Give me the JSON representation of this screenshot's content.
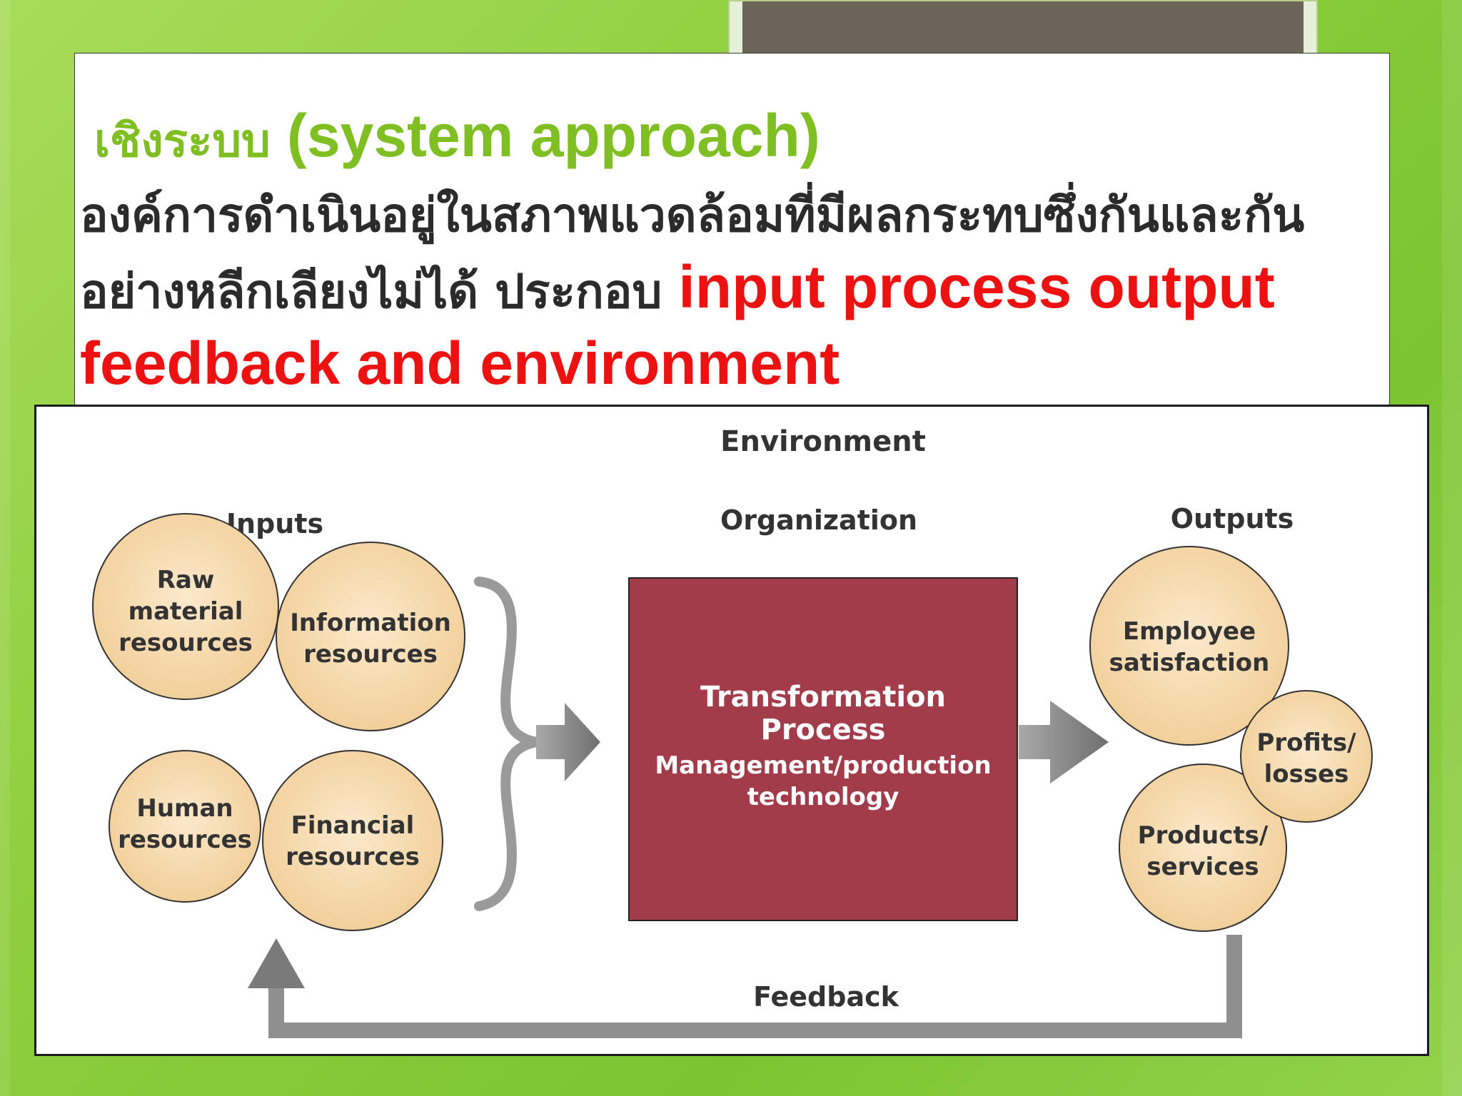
{
  "slide": {
    "title_thai": "เชิงระบบ",
    "title_english": "(system approach)",
    "body_thai": "องค์การดำเนินอยู่ในสภาพแวดล้อมที่มีผลกระทบซึ่งกันและกันอย่างหลีกเลียงไม่ได้ ประกอบ",
    "body_red": "input process output  feedback and environment"
  },
  "diagram": {
    "environment_label": "Environment",
    "inputs_label": "Inputs",
    "organization_label": "Organization",
    "outputs_label": "Outputs",
    "feedback_label": "Feedback",
    "inputs": [
      {
        "line1": "Raw",
        "line2": "material",
        "line3": "resources"
      },
      {
        "line1": "Information",
        "line2": "resources"
      },
      {
        "line1": "Human",
        "line2": "resources"
      },
      {
        "line1": "Financial",
        "line2": "resources"
      }
    ],
    "process": {
      "title1": "Transformation",
      "title2": "Process",
      "sub1": "Management/production",
      "sub2": "technology"
    },
    "outputs": [
      {
        "line1": "Employee",
        "line2": "satisfaction"
      },
      {
        "line1": "Profits/",
        "line2": "losses"
      },
      {
        "line1": "Products/",
        "line2": "services"
      }
    ]
  },
  "colors": {
    "background_green": "#8fcf3f",
    "title_green": "#7fbf22",
    "red_text": "#ee1111",
    "circle_fill": "#f5d7a8",
    "process_fill": "#a33c4a",
    "arrow_gray": "#8c8c8c"
  }
}
